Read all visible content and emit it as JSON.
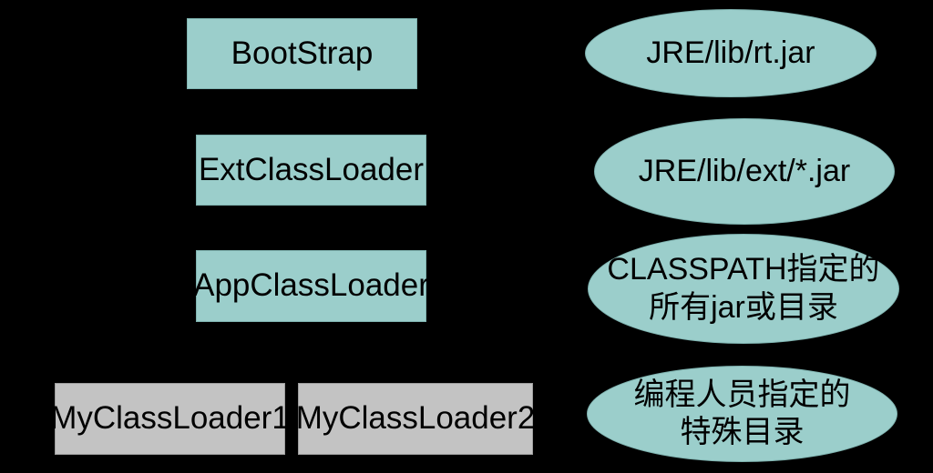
{
  "colors": {
    "background": "#000000",
    "node_fill_teal": "#9BCECB",
    "node_border_teal": "#7FB3B0",
    "node_fill_gray": "#C3C3C3",
    "node_border_gray": "#9E9E9E",
    "text": "#000000"
  },
  "diagram": {
    "loaders": [
      {
        "label": "BootStrap"
      },
      {
        "label": "ExtClassLoader"
      },
      {
        "label": "AppClassLoader"
      },
      {
        "label": "MyClassLoader1"
      },
      {
        "label": "MyClassLoader2"
      }
    ],
    "sources": [
      {
        "line1": "JRE/lib/rt.jar"
      },
      {
        "line1": "JRE/lib/ext/*.jar"
      },
      {
        "line1": "CLASSPATH指定的",
        "line2": "所有jar或目录"
      },
      {
        "line1": "编程人员指定的",
        "line2": "特殊目录"
      }
    ]
  }
}
